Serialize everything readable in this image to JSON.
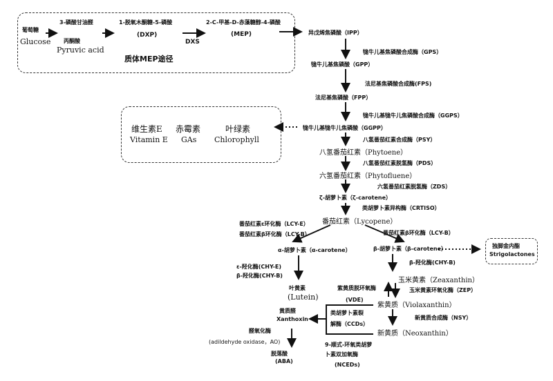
{
  "mep": {
    "glucose_cn": "葡萄糖",
    "glucose_en": "Glucose",
    "g3p": "3-磷酸甘油醛",
    "pyruvate_cn": "丙酮酸",
    "pyruvate_en": "Pyruvic acid",
    "dxp_cn": "1-脱氧木酮糖-5-磷酸",
    "dxp_abbr": "(DXP)",
    "dxs": "DXS",
    "mep_cn": "2-C-甲基-D-赤藻糖醇-4-磷酸",
    "mep_abbr": "(MEP)",
    "pathway_label": "质体MEP途径"
  },
  "main": {
    "ipp": "异戊烯焦磷酸（IPP）",
    "gps": "牻牛儿基焦磷酸合成酶（GPS）",
    "gpp": "牻牛儿基焦磷酸（GPP）",
    "fps": "法尼基焦磷酸合成酶(FPS)",
    "fpp": "法尼基焦磷酸（FPP）",
    "ggps": "牻牛儿基牻牛儿焦磷酸合成酶（GGPS）",
    "ggpp": "牻牛儿基牻牛儿焦磷酸（GGPP）",
    "psy": "八氢番茄红素合成酶（PSY）",
    "phytoene": "八氢番茄红素（Phytoene）",
    "pds": "八氢番茄红素脱氢酶（PDS）",
    "phytofluene": "六氢番茄红素（Phytofluene）",
    "zds": "六氢番茄红素脱氢酶（ZDS）",
    "zeta_carotene": "ζ-胡萝卜素（ζ-carotene）",
    "crtiso": "类胡萝卜素异构酶（CRTISO）",
    "lycopene": "番茄红素（Lycopene）"
  },
  "side": {
    "vitamin_e_cn": "维生素E",
    "vitamin_e_en": "Vitamin E",
    "gas_cn": "赤霉素",
    "gas_en": "GAs",
    "chlorophyll_cn": "叶绿素",
    "chlorophyll_en": "Chlorophyll"
  },
  "alpha_branch": {
    "lcy_e": "番茄红素ε环化酶（LCY-E）",
    "lcy_b": "番茄红素β环化酶（LCY-B）",
    "alpha_carotene": "α-胡萝卜素（α-carotene）",
    "chy_e": "ε-羟化酶(CHY-E)",
    "chy_b": "β-羟化酶(CHY-B)",
    "lutein_cn": "叶黄素",
    "lutein_en": "(Lutein)"
  },
  "beta_branch": {
    "lcy_b": "番茄红素β环化酶（LCY-B）",
    "beta_carotene": "β-胡萝卜素（β-carotene）",
    "chy_b": "β-羟化酶(CHY-B)",
    "strigo_cn": "独脚金内酯",
    "strigo_en": "Strigolactones",
    "zeaxanthin": "玉米黄素（Zeaxanthin）",
    "vde": "紫黄质脱环氧酶",
    "vde_abbr": "(VDE)",
    "zep": "玉米黄素环氧化酶（ZEP）",
    "violaxanthin": "紫黄质（Violaxanthin）",
    "nsy": "新黄质合成酶（NSY）",
    "neoxanthin": "新黄质（Neoxanthin）"
  },
  "aba": {
    "ccd_line1": "类胡萝卜素裂",
    "ccd_line2": "解酶（CCDs）",
    "xanthoxin_cn": "黄质醛",
    "xanthoxin_en": "Xanthoxin",
    "ao": "醛氧化酶",
    "ao_en": "(adildehyde oxidase，AO)",
    "aba_cn": "脱落酸",
    "aba_abbr": "(ABA)",
    "nced_line1": "9-顺式-环氧类胡萝",
    "nced_line2": "卜素双加氧酶",
    "nced_abbr": "(NCEDs)"
  }
}
